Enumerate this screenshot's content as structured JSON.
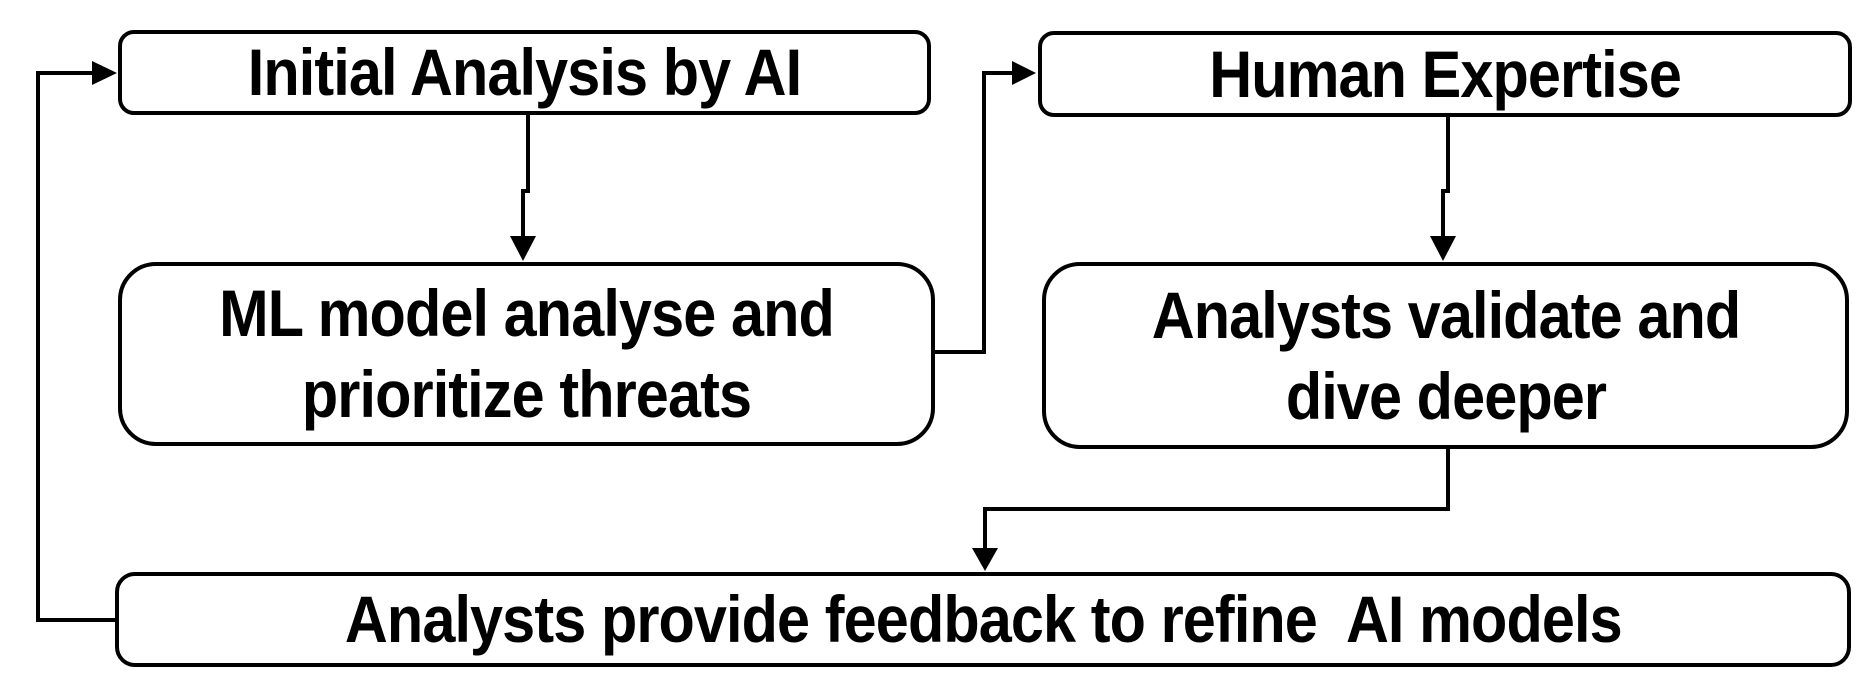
{
  "diagram": {
    "background": "#ffffff",
    "stroke_color": "#000000",
    "node_fill": "#ffffff",
    "nodes": [
      {
        "id": "initial-analysis",
        "label": "Initial Analysis by AI"
      },
      {
        "id": "human-expertise",
        "label": "Human Expertise"
      },
      {
        "id": "ml-model",
        "label": "ML model analyse and\nprioritize threats"
      },
      {
        "id": "analysts-validate",
        "label": "Analysts validate and\ndive deeper"
      },
      {
        "id": "analysts-feedback",
        "label": "Analysts provide feedback to refine  AI models"
      }
    ],
    "edges": [
      {
        "from": "initial-analysis",
        "to": "ml-model"
      },
      {
        "from": "ml-model",
        "to": "human-expertise"
      },
      {
        "from": "human-expertise",
        "to": "analysts-validate"
      },
      {
        "from": "analysts-validate",
        "to": "analysts-feedback"
      },
      {
        "from": "analysts-feedback",
        "to": "initial-analysis"
      }
    ]
  }
}
